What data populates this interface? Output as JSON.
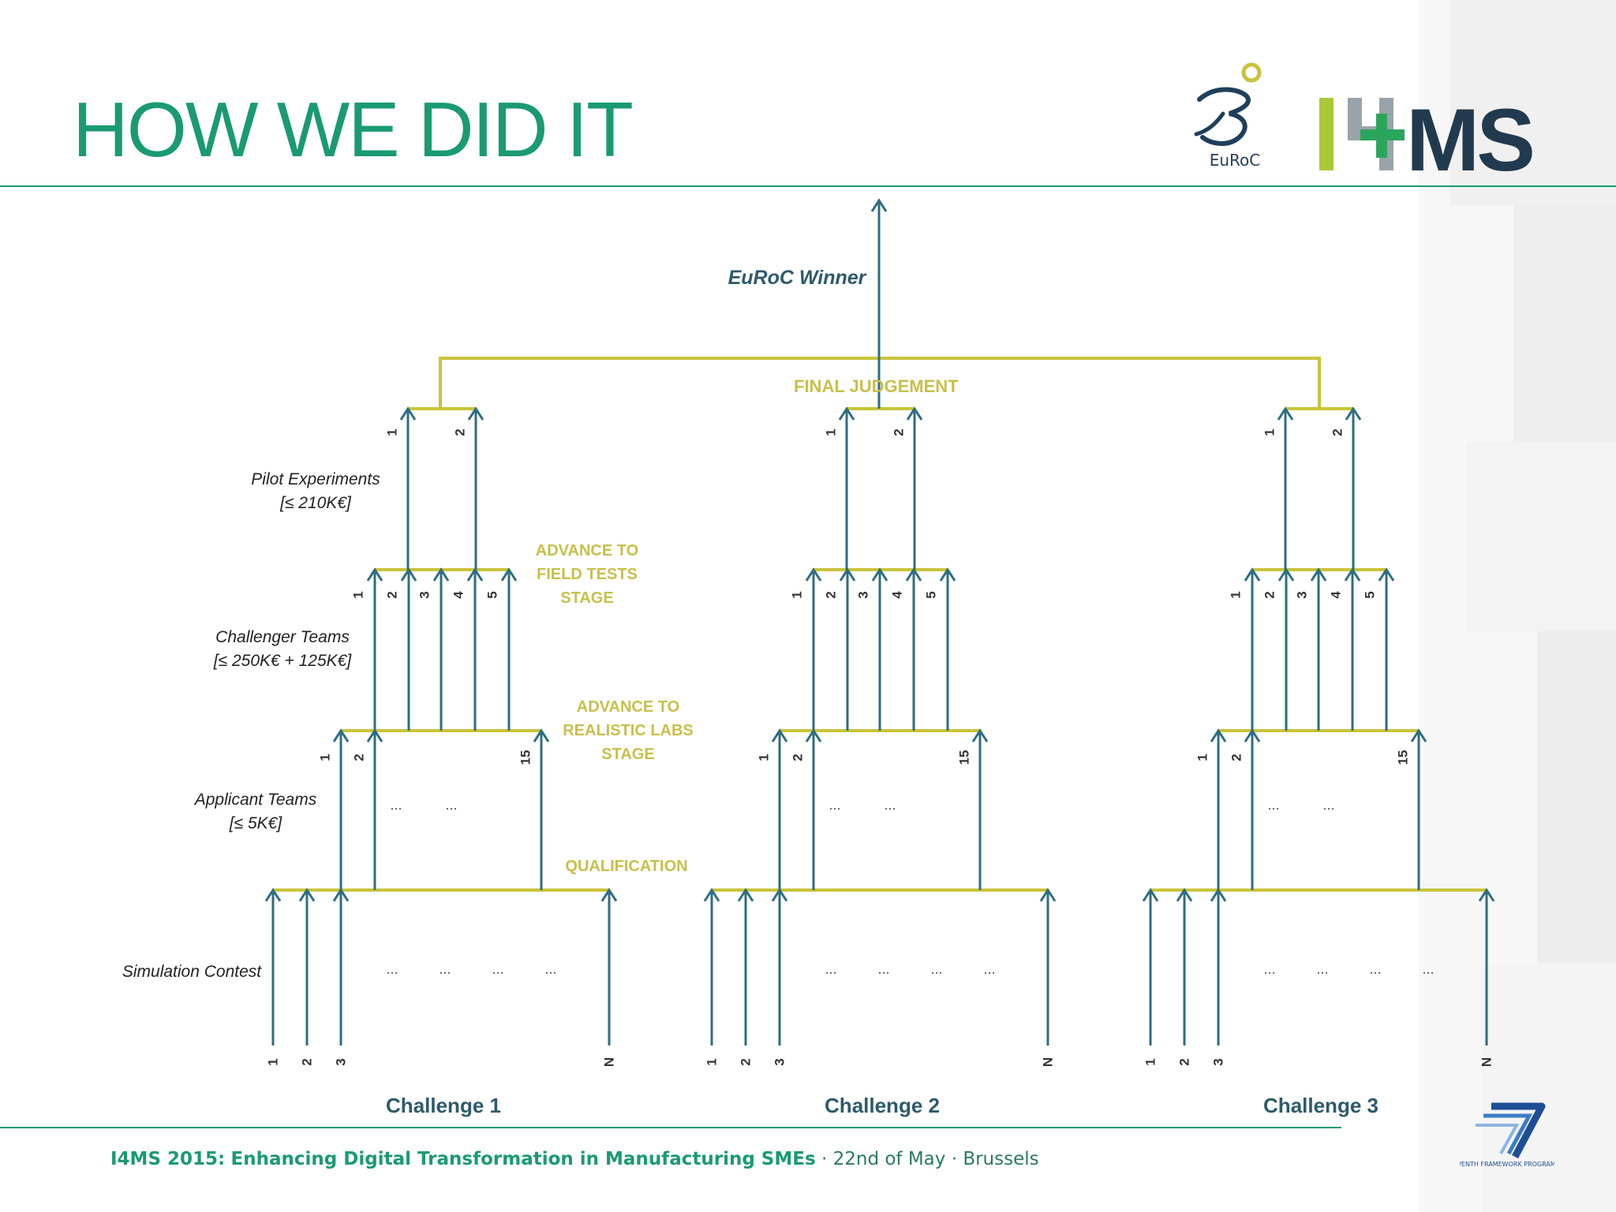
{
  "title": "HOW WE DID IT",
  "logos": {
    "euroc": "EuRoC",
    "i4ms": "I4MS",
    "fp7": "SEVENTH FRAMEWORK PROGRAMME"
  },
  "colors": {
    "accent": "#1a9a73",
    "stage_line": "#c8c43a",
    "arrow": "#2f6d80",
    "label_dark": "#222222",
    "stage_text": "#c8bf4a"
  },
  "diagram": {
    "winner": "EuRoC Winner",
    "final_judgement": "FINAL JUDGEMENT",
    "advance_field": [
      "ADVANCE TO",
      "FIELD TESTS",
      "STAGE"
    ],
    "advance_labs": [
      "ADVANCE TO",
      "REALISTIC LABS",
      "STAGE"
    ],
    "qualification": "QUALIFICATION",
    "levels": {
      "pilot": [
        "Pilot Experiments",
        "[≤ 210K€]"
      ],
      "challenger": [
        "Challenger Teams",
        "[≤ 250K€ + 125K€]"
      ],
      "applicant": [
        "Applicant Teams",
        "[≤ 5K€]"
      ],
      "simulation": [
        "Simulation Contest"
      ]
    },
    "challenges": [
      "Challenge 1",
      "Challenge 2",
      "Challenge 3"
    ],
    "pilot_numbers": [
      "1",
      "2"
    ],
    "challenger_numbers": [
      "1",
      "2",
      "3",
      "4",
      "5"
    ],
    "applicant_numbers": [
      "1",
      "2",
      "15"
    ],
    "simulation_numbers": [
      "1",
      "2",
      "3",
      "N"
    ],
    "ellipsis": "..."
  },
  "footer": {
    "event": "I4MS 2015:",
    "subtitle": "Enhancing Digital Transformation in Manufacturing SMEs",
    "details": " · 22nd of May · Brussels"
  }
}
